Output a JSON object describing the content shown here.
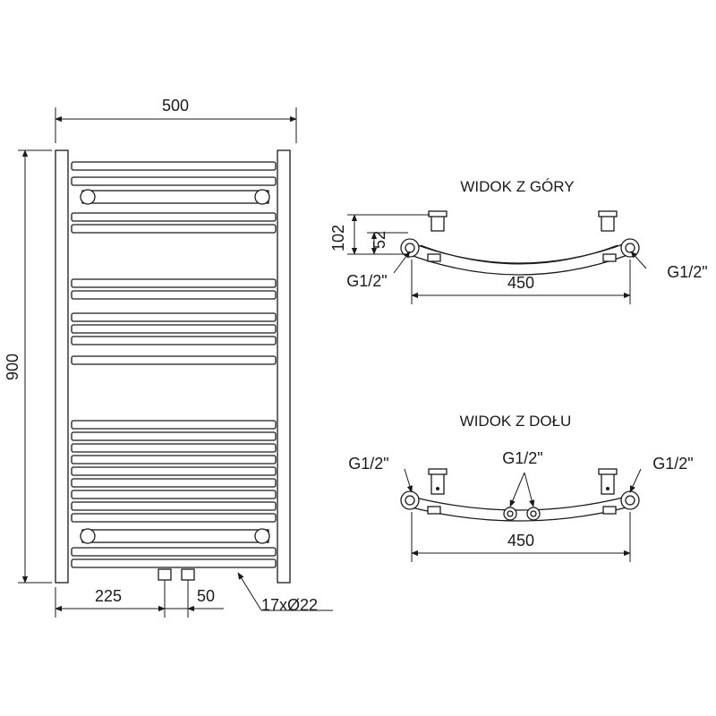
{
  "front_view": {
    "width_label": "500",
    "height_label": "900",
    "offset_label": "225",
    "spacing_label": "50",
    "tubes_label": "17xØ22"
  },
  "top_view": {
    "title": "WIDOK Z GÓRY",
    "depth_label": "102",
    "depth_inner_label": "52",
    "left_conn_label": "G1/2\"",
    "right_conn_label": "G1/2\"",
    "width_label": "450"
  },
  "bottom_view": {
    "title": "WIDOK Z DOŁU",
    "left_conn_label": "G1/2\"",
    "center_conn_label": "G1/2\"",
    "right_conn_label": "G1/2\"",
    "width_label": "450"
  },
  "colors": {
    "line": "#1a1a1a",
    "background": "#ffffff"
  }
}
